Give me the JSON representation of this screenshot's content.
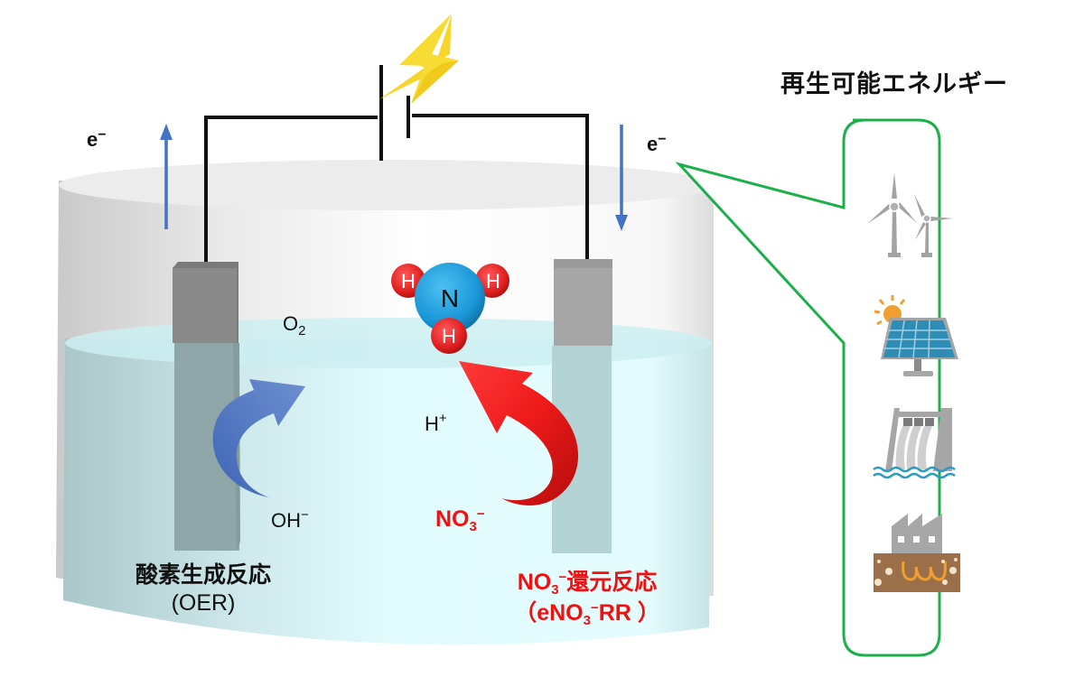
{
  "diagram": {
    "title": "NO3− electroreduction cell powered by renewable energy",
    "power_source": {
      "icon": "lightning-bolt-icon",
      "symbol": "battery-symbol",
      "color": "#f5d020"
    },
    "electron_flow": {
      "left": {
        "label": "e",
        "charge": "−",
        "direction": "up",
        "color": "#4472c4"
      },
      "right": {
        "label": "e",
        "charge": "−",
        "direction": "down",
        "color": "#4472c4"
      }
    },
    "anode": {
      "species_in": {
        "base": "OH",
        "charge": "−"
      },
      "species_out": {
        "base": "O",
        "subscript": "2"
      },
      "arrow_color": "#4a72c0",
      "caption_line1": "酸素生成反応",
      "caption_line2": "(OER)"
    },
    "cathode": {
      "species_in": {
        "base": "NO",
        "subscript": "3",
        "charge": "−"
      },
      "proton": {
        "base": "H",
        "charge": "+"
      },
      "arrow_color": "#ee1111",
      "caption_line1": {
        "base": "NO",
        "subscript": "3",
        "charge": "−",
        "rest": "還元反応"
      },
      "caption_line2": {
        "open": "（e",
        "base": "NO",
        "subscript": "3",
        "charge": "−",
        "rest": "RR ）"
      }
    },
    "product_molecule": {
      "name": "ammonia",
      "center_atom": "N",
      "atoms": [
        "H",
        "H",
        "H"
      ],
      "center_color": "#1b97d8",
      "atom_color": "#e02020"
    },
    "renewables": {
      "title": "再生可能エネルギー",
      "border_color": "#1db04a",
      "sources": [
        {
          "name": "wind",
          "icon": "wind-turbine-icon"
        },
        {
          "name": "solar",
          "icon": "solar-panel-icon"
        },
        {
          "name": "hydro",
          "icon": "hydro-dam-icon"
        },
        {
          "name": "geothermal",
          "icon": "geothermal-plant-icon"
        }
      ]
    }
  }
}
